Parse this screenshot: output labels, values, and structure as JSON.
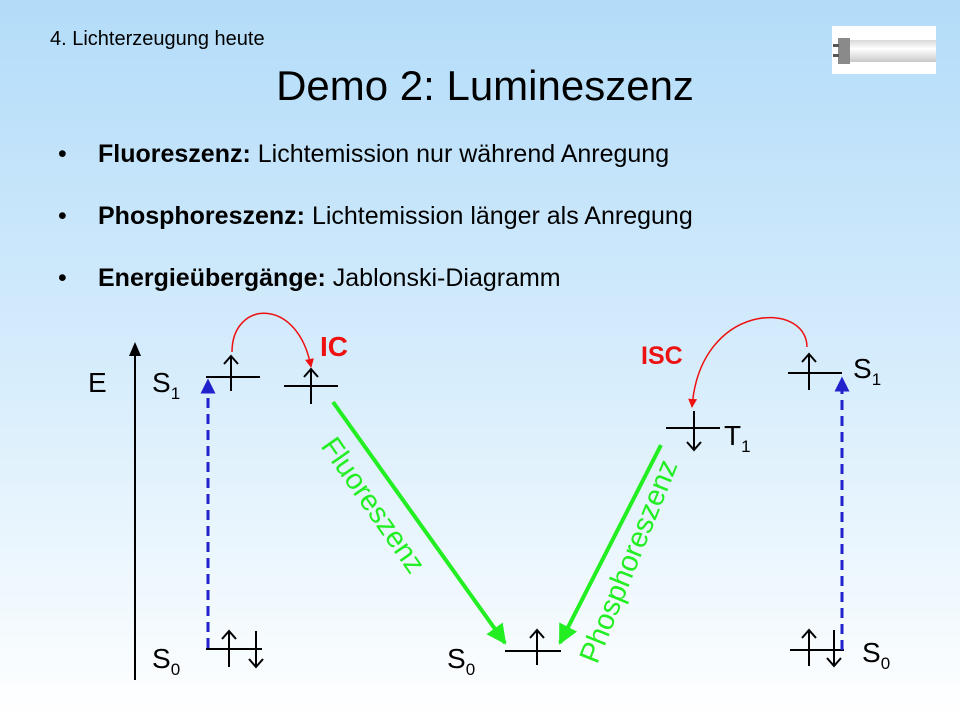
{
  "header": {
    "section_label": "4. Lichterzeugung heute",
    "title": "Demo 2: Lumineszenz"
  },
  "bullets": [
    {
      "term": "Fluoreszenz:",
      "text": "Lichtemission nur während Anregung"
    },
    {
      "term": "Phosphoreszenz:",
      "text": "Lichtemission länger als Anregung"
    },
    {
      "term": "Energieübergänge:",
      "text": "Jablonski-Diagramm"
    }
  ],
  "diagram": {
    "energy_axis_label": "E",
    "state_s": "S",
    "sub_1": "1",
    "sub_0": "0",
    "state_t": "T",
    "ic_label": "IC",
    "isc_label": "ISC",
    "fluorescence_label": "Fluoreszenz",
    "phosphorescence_label": "Phosphoreszenz",
    "colors": {
      "green": "#22ee22",
      "red": "#ee1111",
      "blue": "#2222cc",
      "tube_text": "#e8e8e8"
    }
  }
}
